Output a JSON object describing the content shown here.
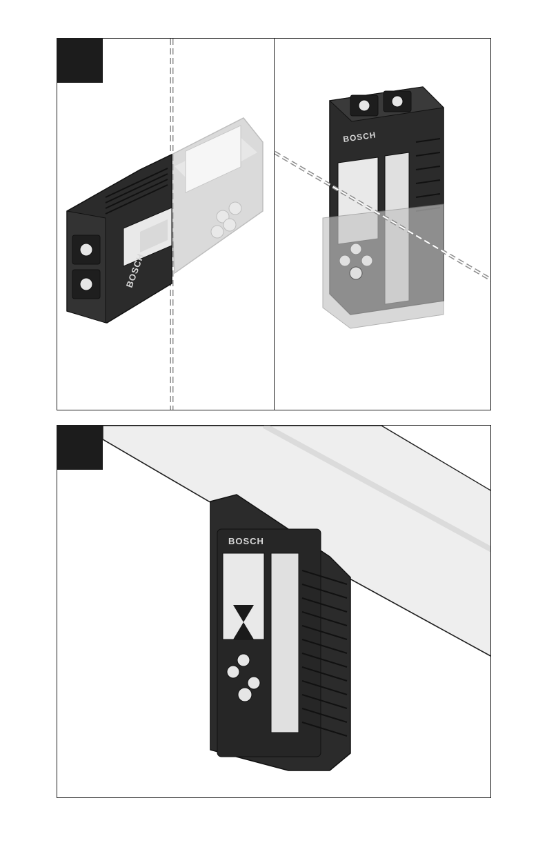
{
  "brand": "BOSCH",
  "colors": {
    "frame": "#1a1a1a",
    "device_dark": "#2b2b2b",
    "device_ghost": "#bdbdbd",
    "screen": "#e9e9e9",
    "beam": "#9a9a9a"
  },
  "figures": [
    {
      "panel": "top-left",
      "icon": "laser-receiver-horizontal-icon"
    },
    {
      "panel": "top-right",
      "icon": "laser-receiver-vertical-icon"
    },
    {
      "panel": "bottom",
      "icon": "laser-receiver-on-beam-icon"
    }
  ]
}
